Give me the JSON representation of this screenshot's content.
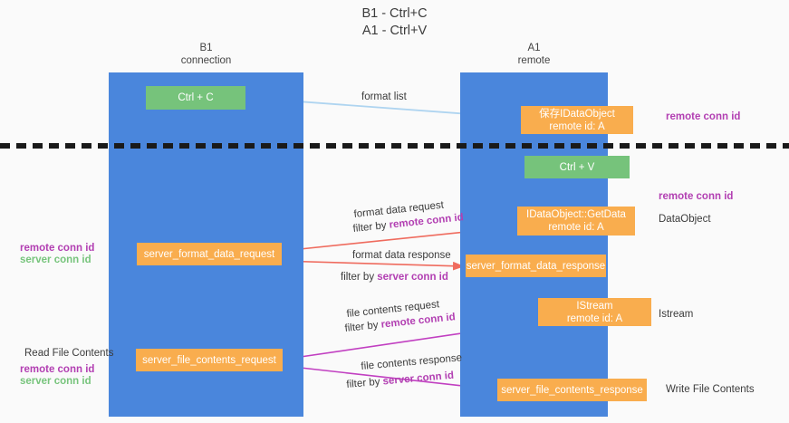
{
  "title": {
    "line1": "B1 - Ctrl+C",
    "line2": "A1 - Ctrl+V"
  },
  "lanes": [
    {
      "id": "b1",
      "name": "B1",
      "role": "connection"
    },
    {
      "id": "a1",
      "name": "A1",
      "role": "remote"
    }
  ],
  "nodes": {
    "ctrl_c": {
      "line1": "Ctrl + C",
      "line2": ""
    },
    "save_idataobject": {
      "line1": "保存IDataObject",
      "line2": "remote id: A"
    },
    "ctrl_v": {
      "line1": "Ctrl + V",
      "line2": ""
    },
    "getdata": {
      "line1": "IDataObject::GetData",
      "line2": "remote id: A"
    },
    "server_format_data_request": {
      "line1": "server_format_data_request",
      "line2": ""
    },
    "server_format_data_response": {
      "line1": "server_format_data_response",
      "line2": ""
    },
    "istream": {
      "line1": "IStream",
      "line2": "remote id: A"
    },
    "server_file_contents_request": {
      "line1": "server_file_contents_request",
      "line2": ""
    },
    "server_file_contents_response": {
      "line1": "server_file_contents_response",
      "line2": ""
    }
  },
  "edge_labels": {
    "format_list": "format list",
    "format_data_request": "format data request",
    "format_data_request_filter_prefix": "filter by ",
    "format_data_request_filter_key": "remote conn id",
    "format_data_response": "format data response",
    "format_data_response_filter_prefix": "filter by ",
    "format_data_response_filter_key": "server conn id",
    "file_contents_request": "file contents request",
    "file_contents_request_filter_prefix": "filter by ",
    "file_contents_request_filter_key": "remote conn id",
    "file_contents_response": "file contents response",
    "file_contents_response_filter_prefix": "filter by ",
    "file_contents_response_filter_key": "server conn id"
  },
  "annotations": {
    "right_remote_conn_id_top": "remote conn id",
    "right_remote_conn_id_mid": "remote conn id",
    "right_dataobject": "DataObject",
    "right_istream": "Istream",
    "right_write_file_contents": "Write File Contents",
    "left_remote_conn_id": "remote conn id",
    "left_server_conn_id": "server conn id",
    "left_read_file_contents": "Read File Contents",
    "left_remote_conn_id_2": "remote conn id",
    "left_server_conn_id_2": "server conn id"
  },
  "colors": {
    "lane": "#4a86dc",
    "green_node": "#76c37b",
    "orange_node": "#f9ad4e",
    "arrow_blue": "#aed4f0",
    "arrow_red": "#ef6b5e",
    "arrow_magenta": "#c13fc1",
    "arrow_black": "#1a1a1a",
    "accent_purple": "#b23fb2",
    "accent_green": "#77c47c",
    "background": "#fafafa"
  }
}
